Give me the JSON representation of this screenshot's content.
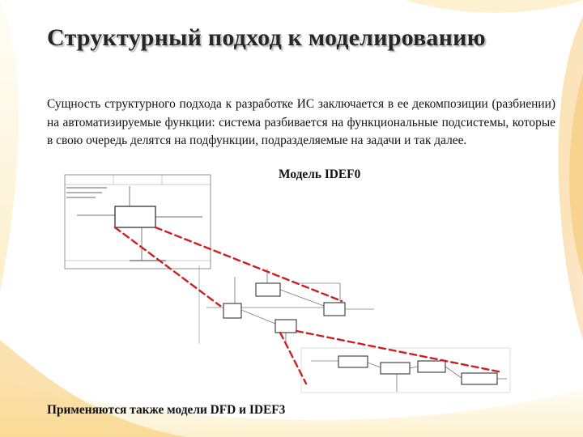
{
  "slide": {
    "title": "Структурный подход к моделированию",
    "body": "Сущность структурного подхода к разработке ИС заключается в ее декомпозиции (разбиении) на автоматизируемые функции: система разбивается на функциональные подсистемы, которые в свою очередь делятся на подфункции, подразделяемые на задачи и так далее.",
    "model_label": "Модель IDEF0",
    "footer": "Применяются также модели DFD и IDEF3"
  },
  "colors": {
    "accent_orange": "#f2b33d",
    "accent_yellow": "#f7dc7a",
    "decomposition_line": "#cc1f1f",
    "diagram_ink": "#333333"
  },
  "icons": [
    "decomposition-dashed-line",
    "idef0-box",
    "idef0-arrow"
  ]
}
